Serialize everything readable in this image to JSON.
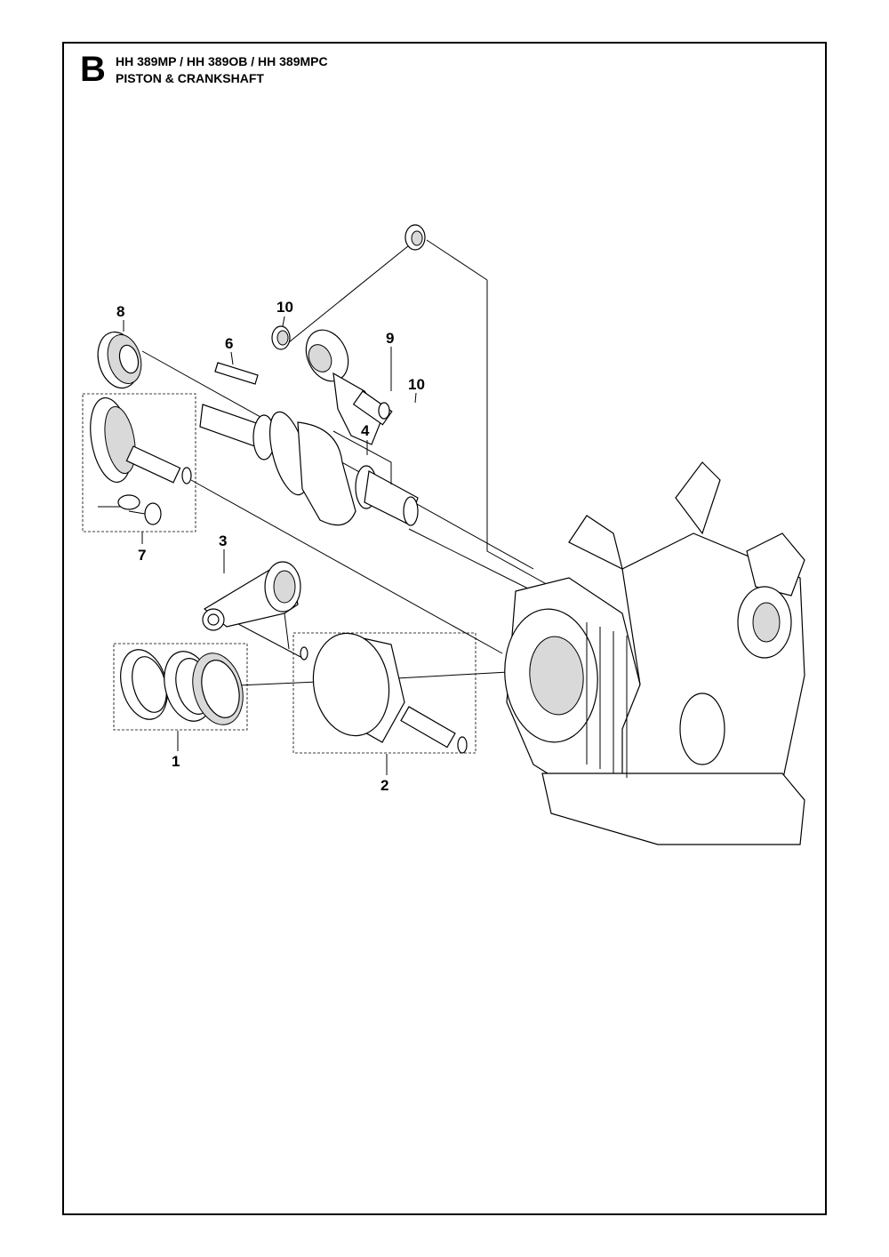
{
  "header": {
    "section_letter": "B",
    "models": "HH 389MP / HH 389OB / HH 389MPC",
    "title": "PISTON & CRANKSHAFT"
  },
  "callouts": [
    {
      "id": "piston-rings",
      "label": "1"
    },
    {
      "id": "piston-assembly",
      "label": "2"
    },
    {
      "id": "connecting-rod",
      "label": "3"
    },
    {
      "id": "crankshaft",
      "label": "4"
    },
    {
      "id": "key",
      "label": "6"
    },
    {
      "id": "camshaft-gear-assembly",
      "label": "7"
    },
    {
      "id": "oil-seal",
      "label": "8"
    },
    {
      "id": "balancer-shaft",
      "label": "9"
    },
    {
      "id": "bearing-top",
      "label": "10"
    },
    {
      "id": "bearing-right",
      "label": "10"
    }
  ],
  "colors": {
    "line": "#000000",
    "background": "#ffffff",
    "part_fill": "#ffffff",
    "shade": "#d9d9d9"
  }
}
